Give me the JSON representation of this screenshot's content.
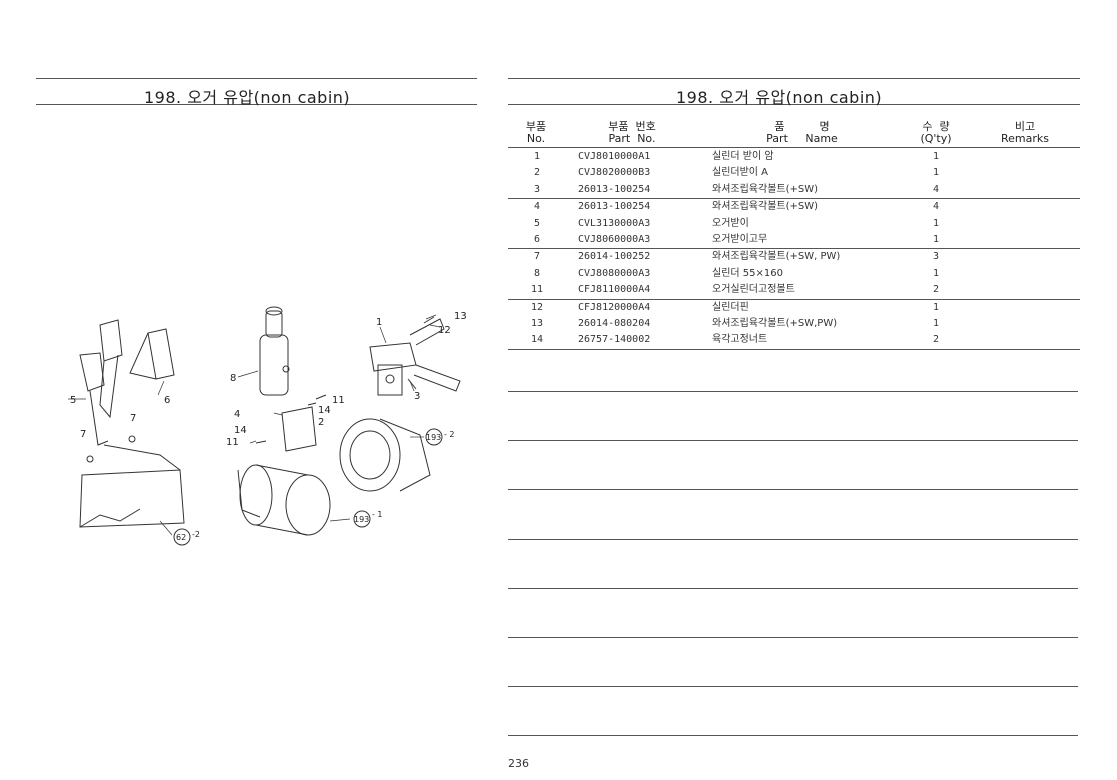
{
  "left_title": "198. 오거 유압(non cabin)",
  "right_title": "198. 오거 유압(non cabin)",
  "headers": {
    "no_ko": "부품",
    "no_en": "No.",
    "part_no_ko": "부품  번호",
    "part_no_en": "Part  No.",
    "part_name_ko": "품          명",
    "part_name_en": "Part     Name",
    "qty_ko": "수  량",
    "qty_en": "(Q'ty)",
    "remarks_ko": "비고",
    "remarks_en": "Remarks"
  },
  "parts": [
    {
      "no": "1",
      "part_no": "CVJ8010000A1",
      "name": "실린더 받이 암",
      "qty": "1"
    },
    {
      "no": "2",
      "part_no": "CVJ8020000B3",
      "name": "실린더받이 A",
      "qty": "1"
    },
    {
      "no": "3",
      "part_no": "26013-100254",
      "name": "와셔조립육각볼트(+SW)",
      "qty": "4"
    },
    {
      "no": "4",
      "part_no": "26013-100254",
      "name": "와셔조립육각볼트(+SW)",
      "qty": "4"
    },
    {
      "no": "5",
      "part_no": "CVL3130000A3",
      "name": "오거받이",
      "qty": "1"
    },
    {
      "no": "6",
      "part_no": "CVJ8060000A3",
      "name": "오거받이고무",
      "qty": "1"
    },
    {
      "no": "7",
      "part_no": "26014-100252",
      "name": "와셔조립육각볼트(+SW, PW)",
      "qty": "3"
    },
    {
      "no": "8",
      "part_no": "CVJ8080000A3",
      "name": "실린더 55×160",
      "qty": "1"
    },
    {
      "no": "11",
      "part_no": "CFJ8110000A4",
      "name": "오거실린더고정볼트",
      "qty": "2"
    },
    {
      "no": "12",
      "part_no": "CFJ8120000A4",
      "name": "실린더핀",
      "qty": "1"
    },
    {
      "no": "13",
      "part_no": "26014-080204",
      "name": "와셔조립육각볼트(+SW,PW)",
      "qty": "1"
    },
    {
      "no": "14",
      "part_no": "26757-140002",
      "name": "육각고정너트",
      "qty": "2"
    }
  ],
  "diagram": {
    "callouts": {
      "c1": "1",
      "c2": "2",
      "c3": "3",
      "c4": "4",
      "c5": "5",
      "c6": "6",
      "c7a": "7",
      "c7b": "7",
      "c8": "8",
      "c11a": "11",
      "c11b": "11",
      "c12": "12",
      "c13": "13",
      "c14a": "14",
      "c14b": "14",
      "ref193_2": "193",
      "ref193_2_suffix": "- 2",
      "ref193_1": "193",
      "ref193_1_suffix": "- 1",
      "ref62_2": "62",
      "ref62_2_suffix": "-2"
    }
  },
  "page_number": "236"
}
